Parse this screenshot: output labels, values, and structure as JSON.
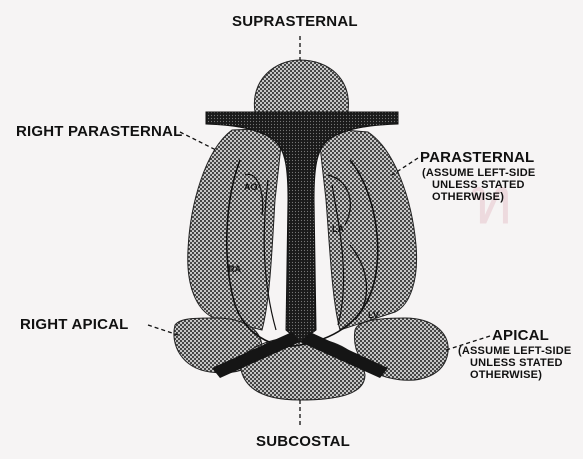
{
  "diagram": {
    "windows": {
      "suprasternal": "SUPRASTERNAL",
      "right_parasternal": "RIGHT PARASTERNAL",
      "parasternal": "PARASTERNAL",
      "parasternal_note": [
        "(ASSUME LEFT-SIDE",
        "UNLESS STATED",
        "OTHERWISE)"
      ],
      "right_apical": "RIGHT APICAL",
      "apical": "APICAL",
      "apical_note": [
        "(ASSUME LEFT-SIDE",
        "UNLESS STATED",
        "OTHERWISE)"
      ],
      "subcostal": "SUBCOSTAL"
    },
    "chambers": {
      "ao": "AO",
      "la": "LA",
      "ra": "RA",
      "lv": "LV"
    }
  },
  "colors": {
    "stipple_fill": "#8a8a8a",
    "sternum_fill": "#1a1a1a",
    "line": "#111111",
    "watermark": "#b32a4a"
  }
}
